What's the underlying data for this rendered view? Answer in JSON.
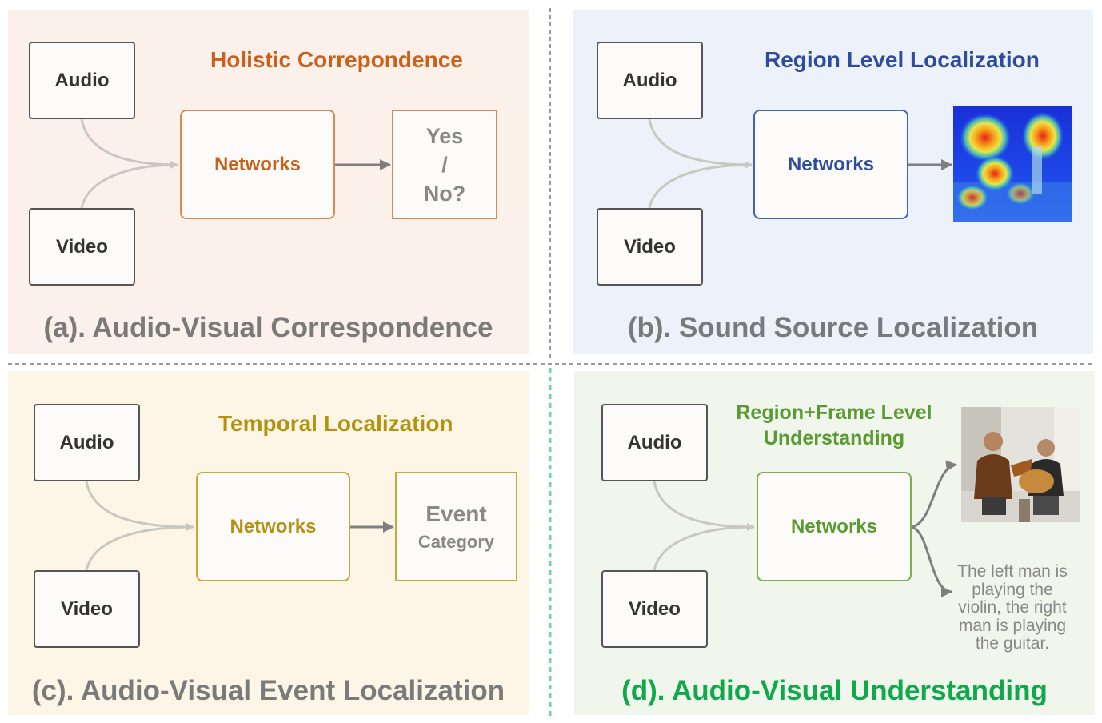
{
  "colors": {
    "panel_a_accent": "#c9601c",
    "panel_b_accent": "#2d4d9c",
    "panel_c_accent": "#b39210",
    "panel_d_accent": "#5a9a32",
    "panel_d_caption": "#0fa84a",
    "caption_gray": "#7a7a7a",
    "arrow_gray": "#7f7f7f",
    "curve_gray": "#c8c8c0",
    "divider_gray": "#9a9a9a",
    "divider_green": "#6fd3a8"
  },
  "panel_a": {
    "title": "Holistic Correpondence",
    "audio_label": "Audio",
    "video_label": "Video",
    "network_label": "Networks",
    "output_line1": "Yes",
    "output_line2": "/",
    "output_line3": "No?",
    "caption": "(a). Audio-Visual Correspondence"
  },
  "panel_b": {
    "title": "Region Level Localization",
    "audio_label": "Audio",
    "video_label": "Video",
    "network_label": "Networks",
    "output_image": "heatmap-image",
    "caption": "(b). Sound Source Localization"
  },
  "panel_c": {
    "title": "Temporal Localization",
    "audio_label": "Audio",
    "video_label": "Video",
    "network_label": "Networks",
    "output_line1": "Event",
    "output_line2": "Category",
    "caption": "(c). Audio-Visual Event Localization"
  },
  "panel_d": {
    "title_line1": "Region+Frame Level",
    "title_line2": "Understanding",
    "audio_label": "Audio",
    "video_label": "Video",
    "network_label": "Networks",
    "output_image": "musicians-photo",
    "output_text": [
      "The left man is",
      "playing the",
      "violin, the right",
      "man is playing",
      "the guitar."
    ],
    "caption": "(d). Audio-Visual Understanding"
  }
}
